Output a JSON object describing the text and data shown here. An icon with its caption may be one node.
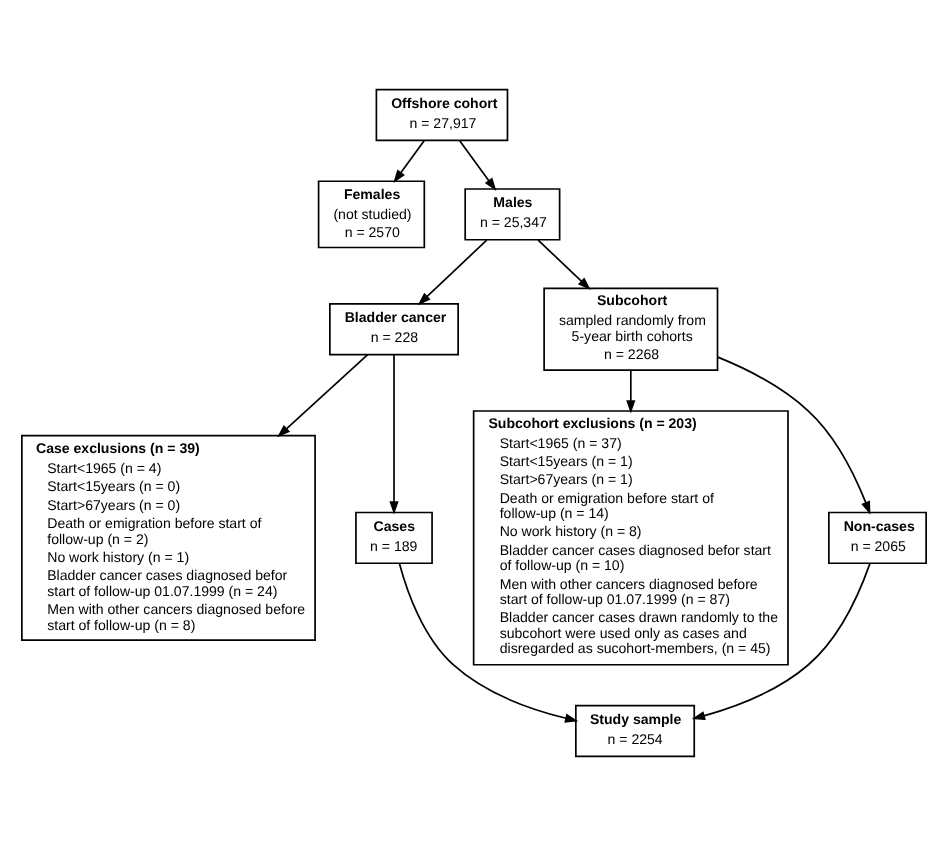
{
  "diagram": {
    "nodes": [
      {
        "text": [
          "Offshore cohort",
          "n = 27,917"
        ]
      },
      {
        "text": [
          "Females",
          "(not studied)",
          "n = 2570"
        ]
      },
      {
        "text": [
          "Males",
          "n = 25,347"
        ]
      },
      {
        "text": [
          "Bladder cancer",
          "n = 228"
        ]
      },
      {
        "text": [
          "Subcohort",
          "sampled randomly from 5-year birth cohorts",
          "n = 2268"
        ]
      },
      {
        "text": [
          "Case exclusions (n = 39)",
          "Start<1965 (n = 4)",
          "Start<15years (n = 0)",
          "Start>67years (n = 0)",
          "Death or emigration before start of follow-up (n = 2)",
          "No work history (n = 1)",
          "Bladder cancer cases diagnosed befor start of follow-up 01.07.1999 (n = 24)",
          "Men with other cancers diagnosed before start of follow-up (n = 8)"
        ]
      },
      {
        "text": [
          "Subcohort exclusions (n = 203)",
          "Start<1965 (n = 37)",
          "Start<15years (n = 1)",
          "Start>67years (n = 1)",
          "Death or emigration before start of follow-up (n = 14)",
          "No work history (n = 8)",
          "Bladder cancer cases diagnosed befor start of follow-up (n = 10)",
          "Men with other cancers diagnosed before start of follow-up 01.07.1999 (n = 87)",
          "Bladder cancer cases drawn randomly to the subcohort were used only as cases and disregarded as sucohort-members, (n = 45)"
        ]
      },
      {
        "text": [
          "Cases",
          "n = 189"
        ]
      },
      {
        "text": [
          "Non-cases",
          "n = 2065"
        ]
      },
      {
        "text": [
          "Study sample",
          "n = 2254"
        ]
      }
    ],
    "edges": [
      {
        "from": 0,
        "to": 2,
        "arrow": "to"
      },
      {
        "from": 0,
        "to": 1,
        "arrow": "to"
      },
      {
        "from": 2,
        "to": 3,
        "arrow": "to"
      },
      {
        "from": 2,
        "to": 4,
        "arrow": "to"
      },
      {
        "from": 3,
        "to": 5,
        "arrow": "to"
      },
      {
        "from": 3,
        "to": 7,
        "arrow": "to"
      },
      {
        "from": 4,
        "to": 6,
        "arrow": "to"
      },
      {
        "from": 4,
        "to": 8,
        "arrow": "to"
      },
      {
        "from": 7,
        "to": 9,
        "arrow": "to"
      },
      {
        "from": 8,
        "to": 9,
        "arrow": "to"
      }
    ]
  }
}
